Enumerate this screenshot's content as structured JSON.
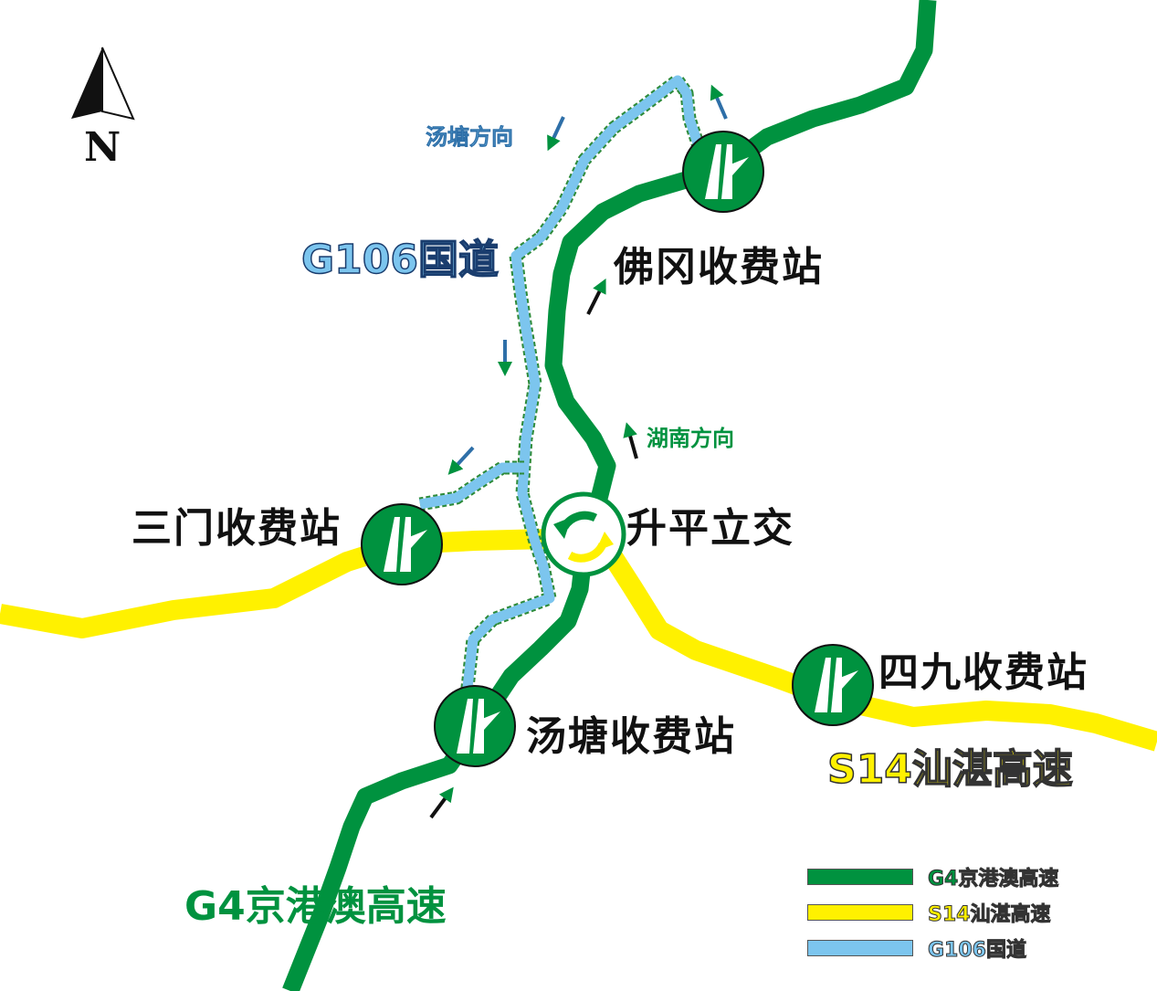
{
  "compass": {
    "label": "N"
  },
  "roads": [
    {
      "id": "g4",
      "name": "G4京港澳高速",
      "color": "#00923f"
    },
    {
      "id": "s14",
      "name": "S14汕湛高速",
      "color": "#fff100"
    },
    {
      "id": "g106",
      "name": "G106国道",
      "color": "#7cc5ee"
    }
  ],
  "stations": {
    "foggang": "佛冈收费站",
    "sanmen": "三门收费站",
    "tangtang": "汤塘收费站",
    "sijiu": "四九收费站",
    "interchange": "升平立交"
  },
  "directions": {
    "tangtang": "汤塘方向",
    "hunan": "湖南方向"
  },
  "legend": [
    {
      "label": "G4京港澳高速",
      "color": "#00923f"
    },
    {
      "label": "S14汕湛高速",
      "color": "#fff100"
    },
    {
      "label": "G106国道",
      "color": "#7cc5ee"
    }
  ]
}
